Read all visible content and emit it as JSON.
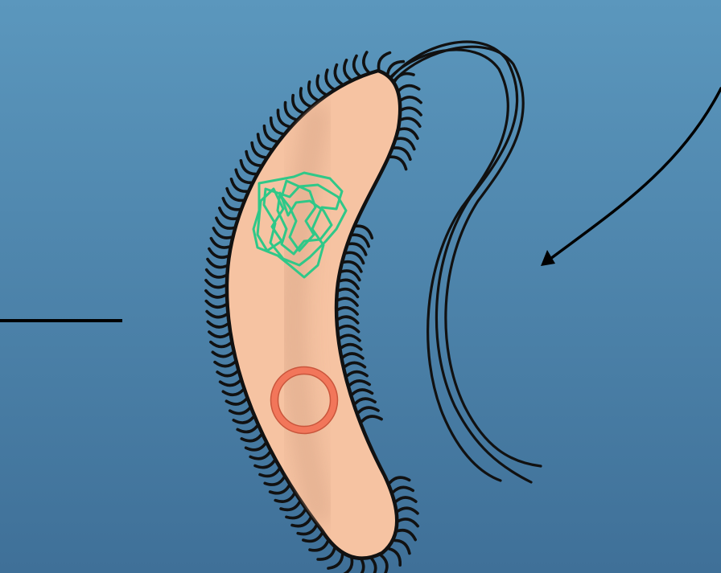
{
  "diagram": {
    "subject": "bacterium-cell",
    "colors": {
      "background_top": "#5b97bd",
      "background_bottom": "#3f7098",
      "cytoplasm": "#f6c3a2",
      "cytoplasm_shade": "#d4a184",
      "outline": "#111111",
      "nucleoid": "#2fc888",
      "plasmid": "#f2765a",
      "label_line": "#000000"
    },
    "parts": [
      {
        "id": "cell-body",
        "kind": "cytoplasm"
      },
      {
        "id": "nucleoid",
        "kind": "tangled-dna"
      },
      {
        "id": "plasmid",
        "kind": "ring"
      },
      {
        "id": "pili",
        "kind": "hair-fringe"
      },
      {
        "id": "flagellum",
        "kind": "tail"
      }
    ],
    "label_pointers": [
      {
        "id": "left-pointer",
        "style": "line"
      },
      {
        "id": "right-pointer",
        "style": "arrow"
      }
    ]
  }
}
